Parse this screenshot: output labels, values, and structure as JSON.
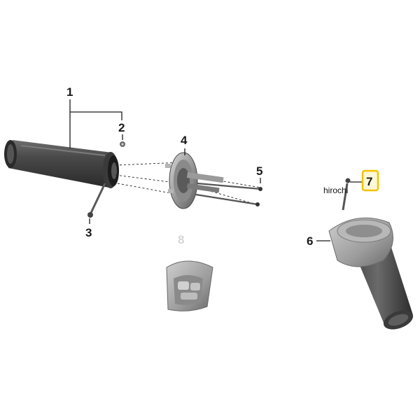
{
  "callouts": {
    "c1": "1",
    "c2": "2",
    "c3": "3",
    "c4": "4",
    "c5": "5",
    "c6": "6",
    "c7": "7",
    "c8": "8"
  },
  "watermark": "hirochi",
  "colors": {
    "highlight": "#f2c200",
    "part_dark": "#3a3a3a",
    "part_mid": "#8c8c8c",
    "part_light": "#c4c4c4"
  }
}
